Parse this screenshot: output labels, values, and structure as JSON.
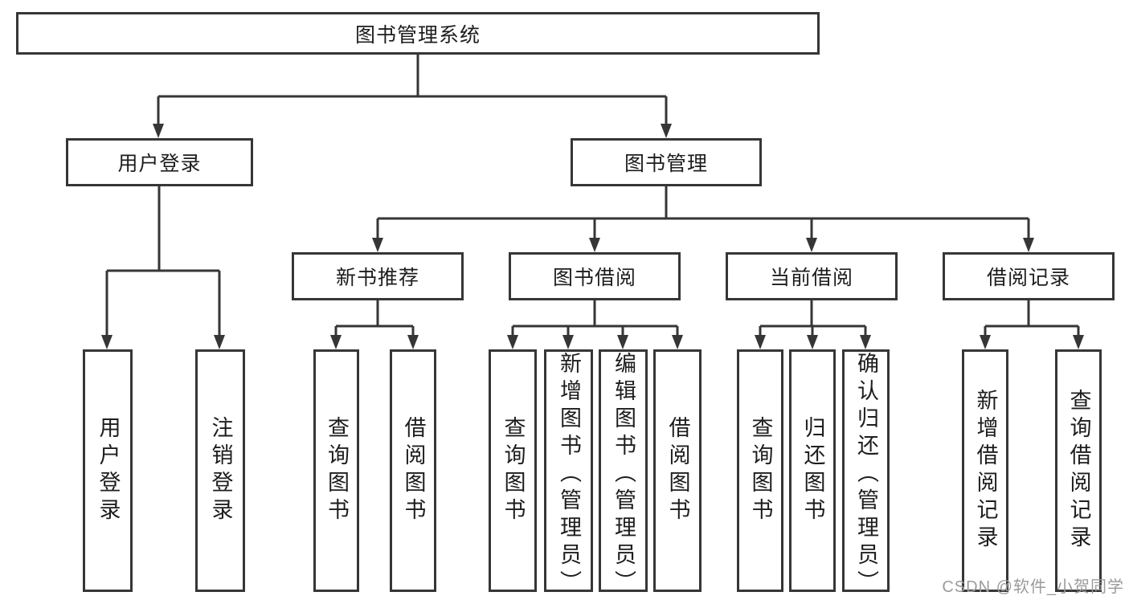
{
  "diagram": {
    "type": "hierarchy-diagram",
    "tree": {
      "root": {
        "label": "图书管理系统",
        "children": [
          {
            "label": "用户登录",
            "children": [
              {
                "label": "用户登录"
              },
              {
                "label": "注销登录"
              }
            ]
          },
          {
            "label": "图书管理",
            "children": [
              {
                "label": "新书推荐",
                "children": [
                  {
                    "label": "查询图书"
                  },
                  {
                    "label": "借阅图书"
                  }
                ]
              },
              {
                "label": "图书借阅",
                "children": [
                  {
                    "label": "查询图书"
                  },
                  {
                    "label": "新增图书（管理员）"
                  },
                  {
                    "label": "编辑图书（管理员）"
                  },
                  {
                    "label": "借阅图书"
                  }
                ]
              },
              {
                "label": "当前借阅",
                "children": [
                  {
                    "label": "查询图书"
                  },
                  {
                    "label": "归还图书"
                  },
                  {
                    "label": "确认归还（管理员）"
                  }
                ]
              },
              {
                "label": "借阅记录",
                "children": [
                  {
                    "label": "新增借阅记录"
                  },
                  {
                    "label": "查询借阅记录"
                  }
                ]
              }
            ]
          }
        ]
      }
    },
    "colors": {
      "line": "#363636",
      "box_border": "#363636",
      "text": "#1d1d1d",
      "background": "#ffffff",
      "watermark": "#9b9b9b"
    }
  },
  "watermark": {
    "text": "CSDN @软件_小贺同学"
  }
}
